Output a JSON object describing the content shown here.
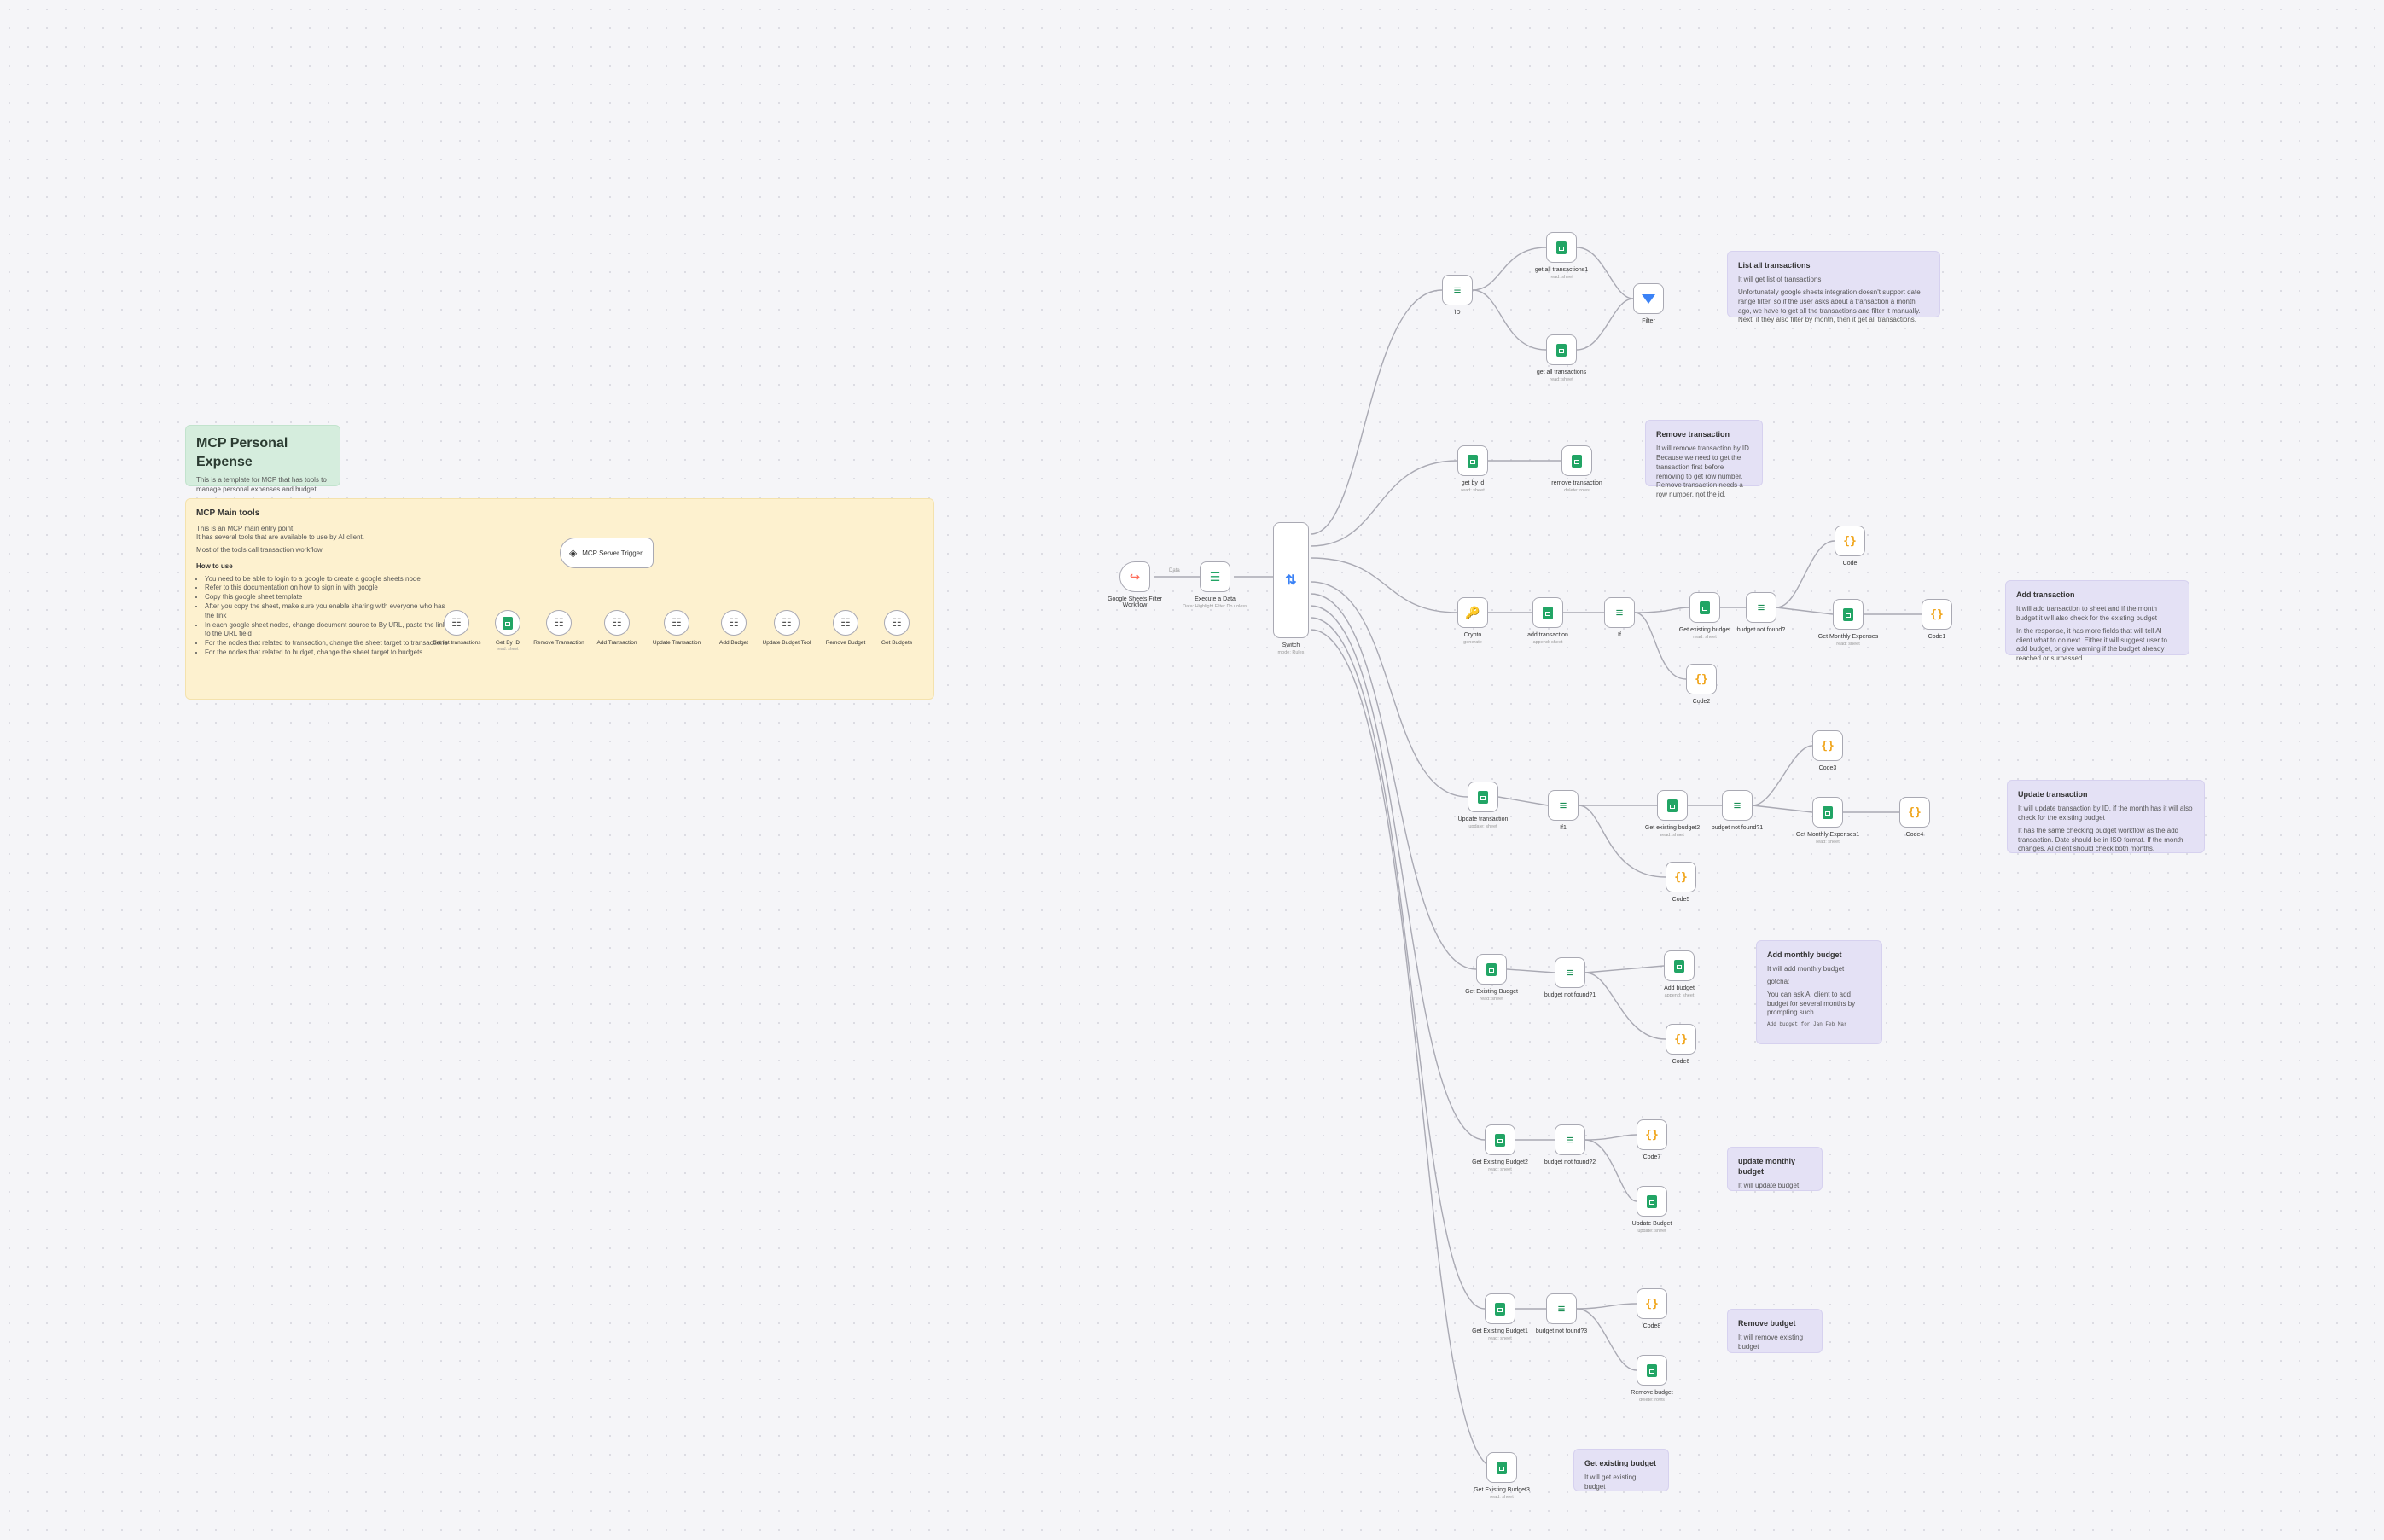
{
  "colors": {
    "canvas_bg": "#f5f5f8",
    "sheets_green": "#22a565",
    "if_green": "#1a8f54",
    "code_orange": "#f0a51b",
    "filter_blue": "#3b82f6",
    "sticky_green": "#d5eddd",
    "sticky_yellow": "#fdf1cf",
    "sticky_purple": "#e4e1f5"
  },
  "sticky_title": {
    "title": "MCP Personal Expense",
    "body": "This is a template for MCP that has tools to manage personal expenses and budget"
  },
  "sticky_main": {
    "title": "MCP Main tools",
    "line1": "This is an MCP main entry point.",
    "line2": "It has several tools that are available to use by AI client.",
    "line3": "Most of the tools call transaction workflow",
    "howto_title": "How to use",
    "steps": [
      "You need to be able to login to a google to create a google sheets node",
      "Refer to this documentation on how to sign in with google",
      "Copy this google sheet template",
      "After you copy the sheet, make sure you enable sharing with everyone who has the link",
      "In each google sheet nodes, change document source to By URL, paste the link to the URL field",
      "For the nodes that related to transaction, change the sheet target to transactions",
      "For the nodes that related to budget, change the sheet target to budgets"
    ]
  },
  "mcp_trigger": {
    "label": "MCP Server Trigger"
  },
  "tools": [
    {
      "label": "Get list transactions",
      "sub": ""
    },
    {
      "label": "Get By ID",
      "sub": "read: sheet"
    },
    {
      "label": "Remove Transaction",
      "sub": ""
    },
    {
      "label": "Add Transaction",
      "sub": ""
    },
    {
      "label": "Update Transaction",
      "sub": ""
    },
    {
      "label": "Add Budget",
      "sub": ""
    },
    {
      "label": "Update Budget Tool",
      "sub": ""
    },
    {
      "label": "Remove Budget",
      "sub": ""
    },
    {
      "label": "Get Budgets",
      "sub": ""
    }
  ],
  "entry": {
    "exec_trigger": "Google Sheets Filter Workflow",
    "exec_data": "Execute a Data",
    "exec_data_sub": "Data: Highlight Filter Do unless",
    "switch": "Switch",
    "switch_sub": "mode: Rules",
    "conn_label": "Data"
  },
  "nodes": {
    "if_id": "ID",
    "get_all_1": "get all transactions1",
    "get_all_1_sub": "read: sheet",
    "get_all_2": "get all transactions",
    "get_all_2_sub": "read: sheet",
    "filter": "Filter",
    "get_by_id": "get by id",
    "get_by_id_sub": "read: sheet",
    "remove_tx": "remove transaction",
    "remove_tx_sub": "delete: rows",
    "crypto": "Crypto",
    "crypto_sub": "generate",
    "add_tx": "add transaction",
    "add_tx_sub": "append: sheet",
    "if_add": "If",
    "get_budget": "Get existing budget",
    "get_budget_sub": "read: sheet",
    "budget_found": "budget not found?",
    "code_top": "Code",
    "get_monthly": "Get Monthly Expenses",
    "get_monthly_sub": "read: sheet",
    "code1": "Code1",
    "code2": "Code2",
    "update_tx": "Update transaction",
    "update_tx_sub": "update: sheet",
    "if_upd": "If1",
    "get_budget2": "Get existing budget2",
    "get_budget2_sub": "read: sheet",
    "budget_found2": "budget not found?1",
    "code3": "Code3",
    "get_monthly2": "Get Monthly Expenses1",
    "get_monthly2_sub": "read: sheet",
    "code4": "Code4",
    "code5": "Code5",
    "get_budget3": "Get Existing Budget",
    "get_budget3_sub": "read: sheet",
    "budget_found3": "budget not found?1",
    "add_budget": "Add budget",
    "add_budget_sub": "append: sheet",
    "code6": "Code6",
    "get_budget4": "Get Existing Budget2",
    "get_budget4_sub": "read: sheet",
    "budget_found4": "budget not found?2",
    "code7": "Code7",
    "update_budget": "Update Budget",
    "update_budget_sub": "update: sheet",
    "get_budget5": "Get Existing Budget1",
    "get_budget5_sub": "read: sheet",
    "budget_found5": "budget not found?3",
    "code8": "Code8",
    "remove_budget": "Remove budget",
    "remove_budget_sub": "delete: rows",
    "get_budget6": "Get Existing Budget3",
    "get_budget6_sub": "read: sheet"
  },
  "notes": {
    "list": {
      "title": "List all transactions",
      "body1": "It will get list of transactions",
      "body2": "Unfortunately google sheets integration doesn't support date range filter, so if the user asks about a transaction a month ago, we have to get all the transactions and filter it manually. Next, if they also filter by month, then it get all transactions."
    },
    "remove": {
      "title": "Remove transaction",
      "body": "It will remove transaction by ID. Because we need to get the transaction first before removing to get row number. Remove transaction needs a row number, not the id."
    },
    "add": {
      "title": "Add transaction",
      "body1": "It will add transaction to sheet and if the month budget it will also check for the existing budget",
      "body2": "In the response, it has more fields that will tell AI client what to do next. Either it will suggest user to add budget, or give warning if the budget already reached or surpassed."
    },
    "update": {
      "title": "Update transaction",
      "body1": "It will update transaction by ID, if the month has it will also check for the existing budget",
      "body2": "It has the same checking budget workflow as the add transaction. Date should be in ISO format. If the month changes, AI client should check both months."
    },
    "add_budget": {
      "title": "Add monthly budget",
      "body1": "It will add monthly budget",
      "body2": "gotcha:",
      "body3": "You can ask AI client to add budget for several months by prompting such",
      "row": "Add budget for Jan Feb Mar"
    },
    "update_budget": {
      "title": "update monthly budget",
      "body": "It will update budget"
    },
    "remove_budget": {
      "title": "Remove budget",
      "body": "It will remove existing budget"
    },
    "get_budget": {
      "title": "Get existing budget",
      "body": "It will get existing budget"
    }
  }
}
